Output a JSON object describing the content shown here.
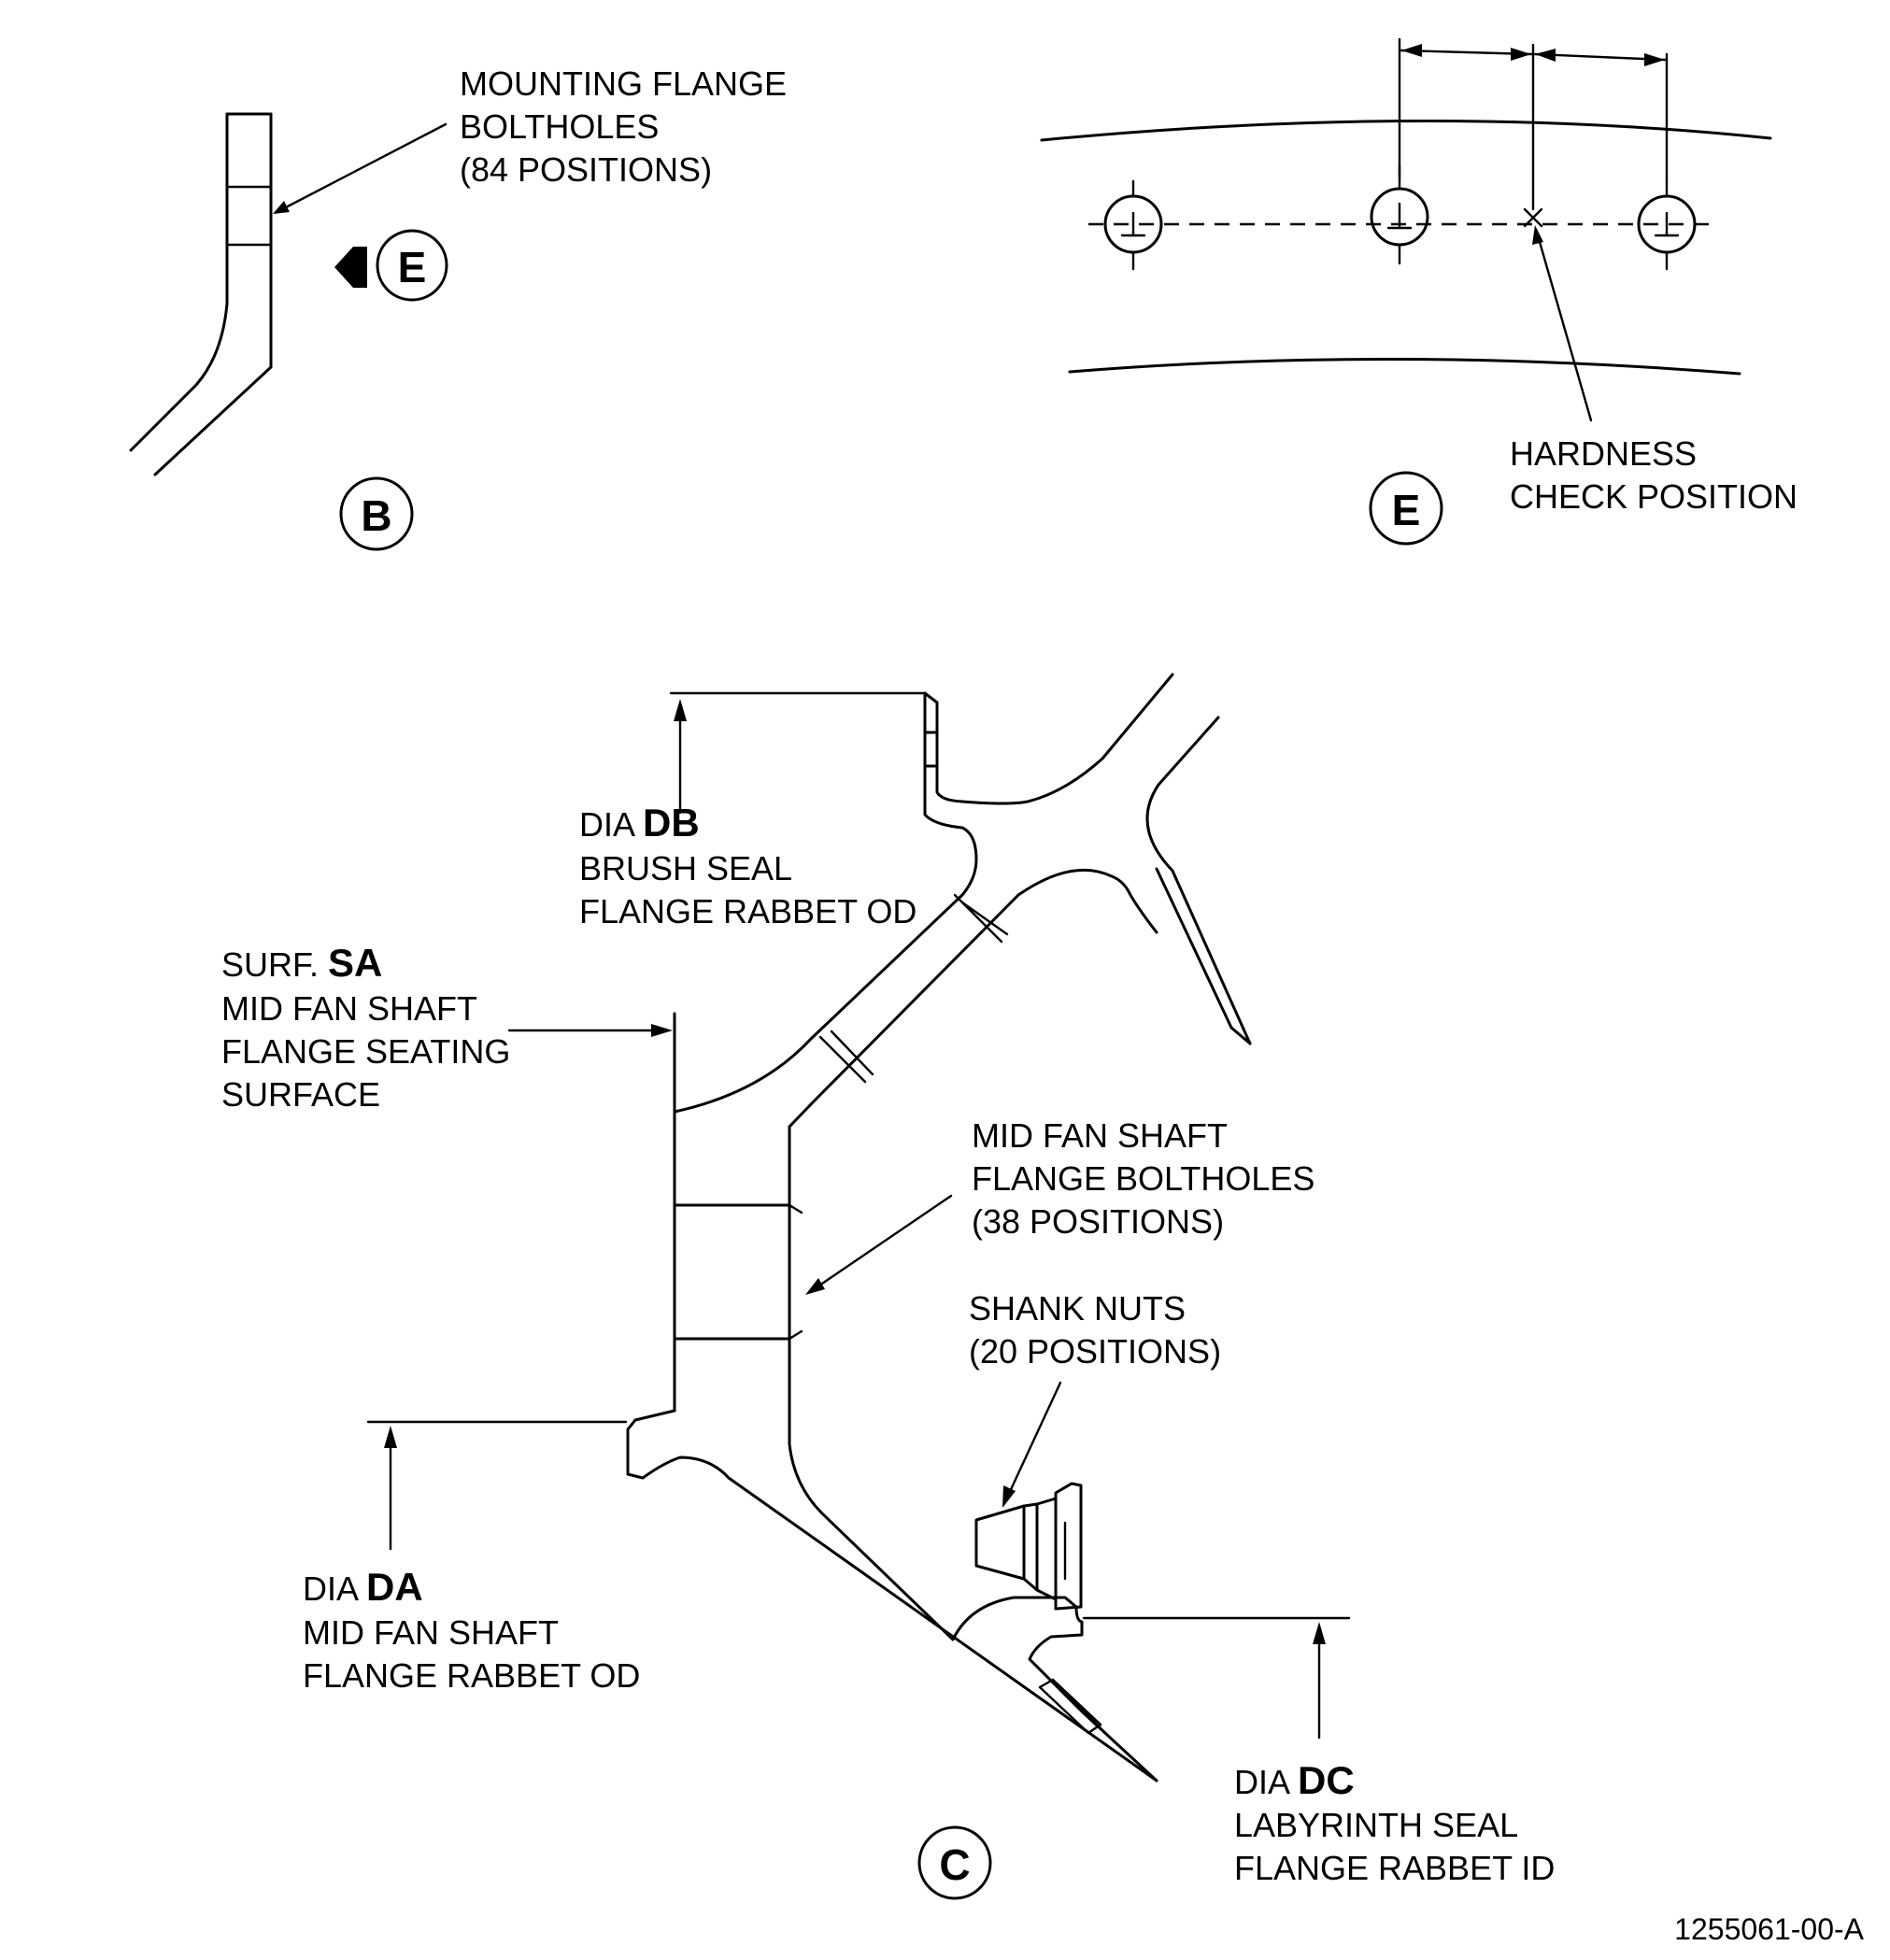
{
  "view_b": {
    "callout": "B",
    "view_marker": "E",
    "label_lines": [
      "MOUNTING FLANGE",
      "BOLTHOLES",
      "(84 POSITIONS)"
    ]
  },
  "view_e": {
    "callout": "E",
    "label_lines": [
      "HARDNESS",
      "CHECK POSITION"
    ]
  },
  "view_c": {
    "callout": "C",
    "db": {
      "prefix": "DIA ",
      "code": "DB",
      "lines": [
        "BRUSH SEAL",
        "FLANGE RABBET OD"
      ]
    },
    "sa": {
      "prefix": "SURF. ",
      "code": "SA",
      "lines": [
        "MID FAN SHAFT",
        "FLANGE SEATING",
        "SURFACE"
      ]
    },
    "boltholes_lines": [
      "MID FAN SHAFT",
      "FLANGE BOLTHOLES",
      "(38 POSITIONS)"
    ],
    "shank_nuts_lines": [
      "SHANK NUTS",
      "(20 POSITIONS)"
    ],
    "da": {
      "prefix": "DIA ",
      "code": "DA",
      "lines": [
        "MID FAN SHAFT",
        "FLANGE RABBET OD"
      ]
    },
    "dc": {
      "prefix": "DIA ",
      "code": "DC",
      "lines": [
        "LABYRINTH SEAL",
        "FLANGE RABBET ID"
      ]
    }
  },
  "document_id": "1255061-00-A"
}
